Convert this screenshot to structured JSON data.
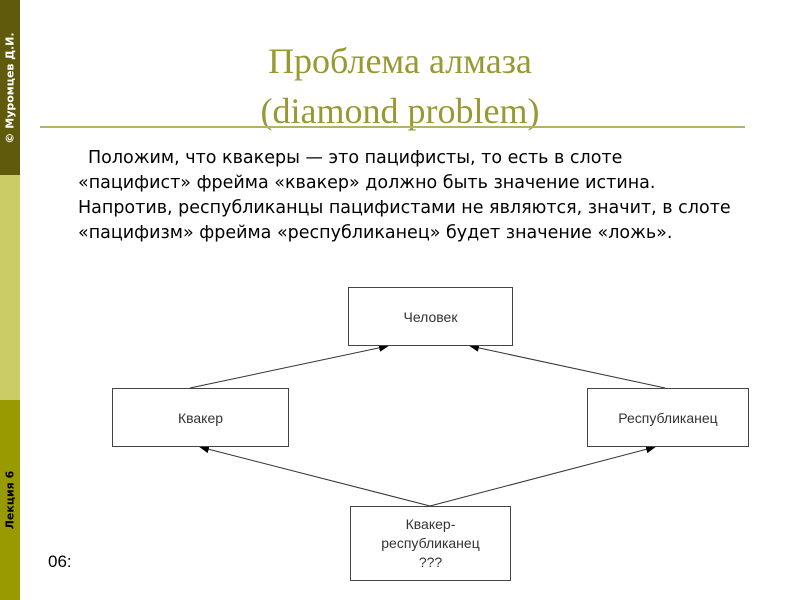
{
  "sidebar": {
    "author": "© Муромцев Д.И.",
    "lecture": "Лекция 6"
  },
  "title": {
    "line1": "Проблема алмаза",
    "line2": "(diamond problem)"
  },
  "body": "Положим, что квакеры — это пацифисты, то есть в слоте «пацифист» фрейма «квакер» должно быть значение истина. Напротив, республиканцы пацифистами не являются, значит, в слоте «пацифизм» фрейма «республиканец» будет значение «ложь».",
  "diagram": {
    "top": "Человек",
    "left": "Квакер",
    "right": "Республиканец",
    "bottom_l1": "Квакер-",
    "bottom_l2": "республиканец",
    "bottom_l3": "???"
  },
  "footer": {
    "time": "06:"
  }
}
